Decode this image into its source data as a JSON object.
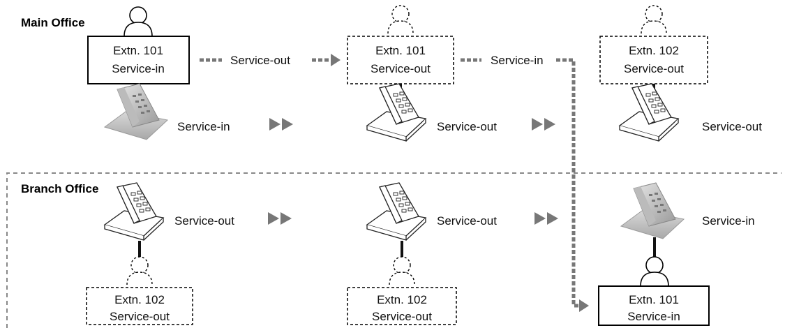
{
  "sections": {
    "main": "Main Office",
    "branch": "Branch Office"
  },
  "main_office": {
    "stage1": {
      "box_line1": "Extn. 101",
      "box_line2": "Service-in",
      "phone_label": "Service-in"
    },
    "arrow1_label": "Service-out",
    "stage2": {
      "box_line1": "Extn. 101",
      "box_line2": "Service-out",
      "phone_label": "Service-out"
    },
    "arrow2_label": "Service-in",
    "stage3": {
      "box_line1": "Extn. 102",
      "box_line2": "Service-out",
      "phone_label": "Service-out"
    }
  },
  "branch_office": {
    "stage1": {
      "phone_label": "Service-out",
      "box_line1": "Extn. 102",
      "box_line2": "Service-out"
    },
    "stage2": {
      "phone_label": "Service-out",
      "box_line1": "Extn. 102",
      "box_line2": "Service-out"
    },
    "stage3": {
      "phone_label": "Service-in",
      "box_line1": "Extn. 101",
      "box_line2": "Service-in"
    }
  },
  "colors": {
    "arrow": "#777777",
    "stroke": "#000000",
    "dashed_border": "#888888",
    "phone_active": "#bdbdbd"
  }
}
